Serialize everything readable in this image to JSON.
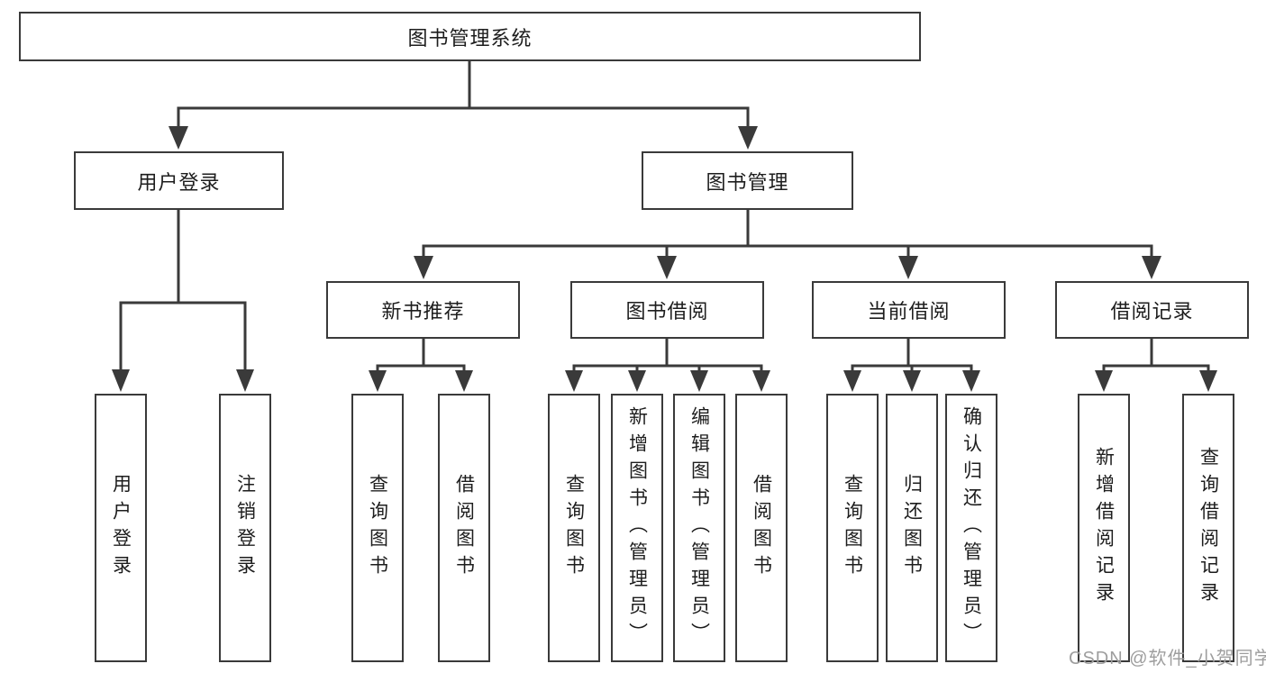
{
  "colors": {
    "line": "#3a3a3a",
    "text": "#1d1d1d",
    "watermark": "#9e9e9e",
    "background": "#ffffff"
  },
  "diagram": {
    "root": {
      "label": "图书管理系统"
    },
    "level2": [
      {
        "label": "用户登录"
      },
      {
        "label": "图书管理"
      }
    ],
    "level3": [
      {
        "label": "新书推荐"
      },
      {
        "label": "图书借阅"
      },
      {
        "label": "当前借阅"
      },
      {
        "label": "借阅记录"
      }
    ],
    "leaves": {
      "user_login": [
        "用户登录",
        "注销登录"
      ],
      "new_book_recommend": [
        "查询图书",
        "借阅图书"
      ],
      "book_borrow": [
        "查询图书",
        "新增图书（管理员）",
        "编辑图书（管理员）",
        "借阅图书"
      ],
      "current_borrow": [
        "查询图书",
        "归还图书",
        "确认归还（管理员）"
      ],
      "borrow_records": [
        "新增借阅记录",
        "查询借阅记录"
      ]
    }
  },
  "watermark": {
    "text": "CSDN @软件_小贺同学"
  }
}
